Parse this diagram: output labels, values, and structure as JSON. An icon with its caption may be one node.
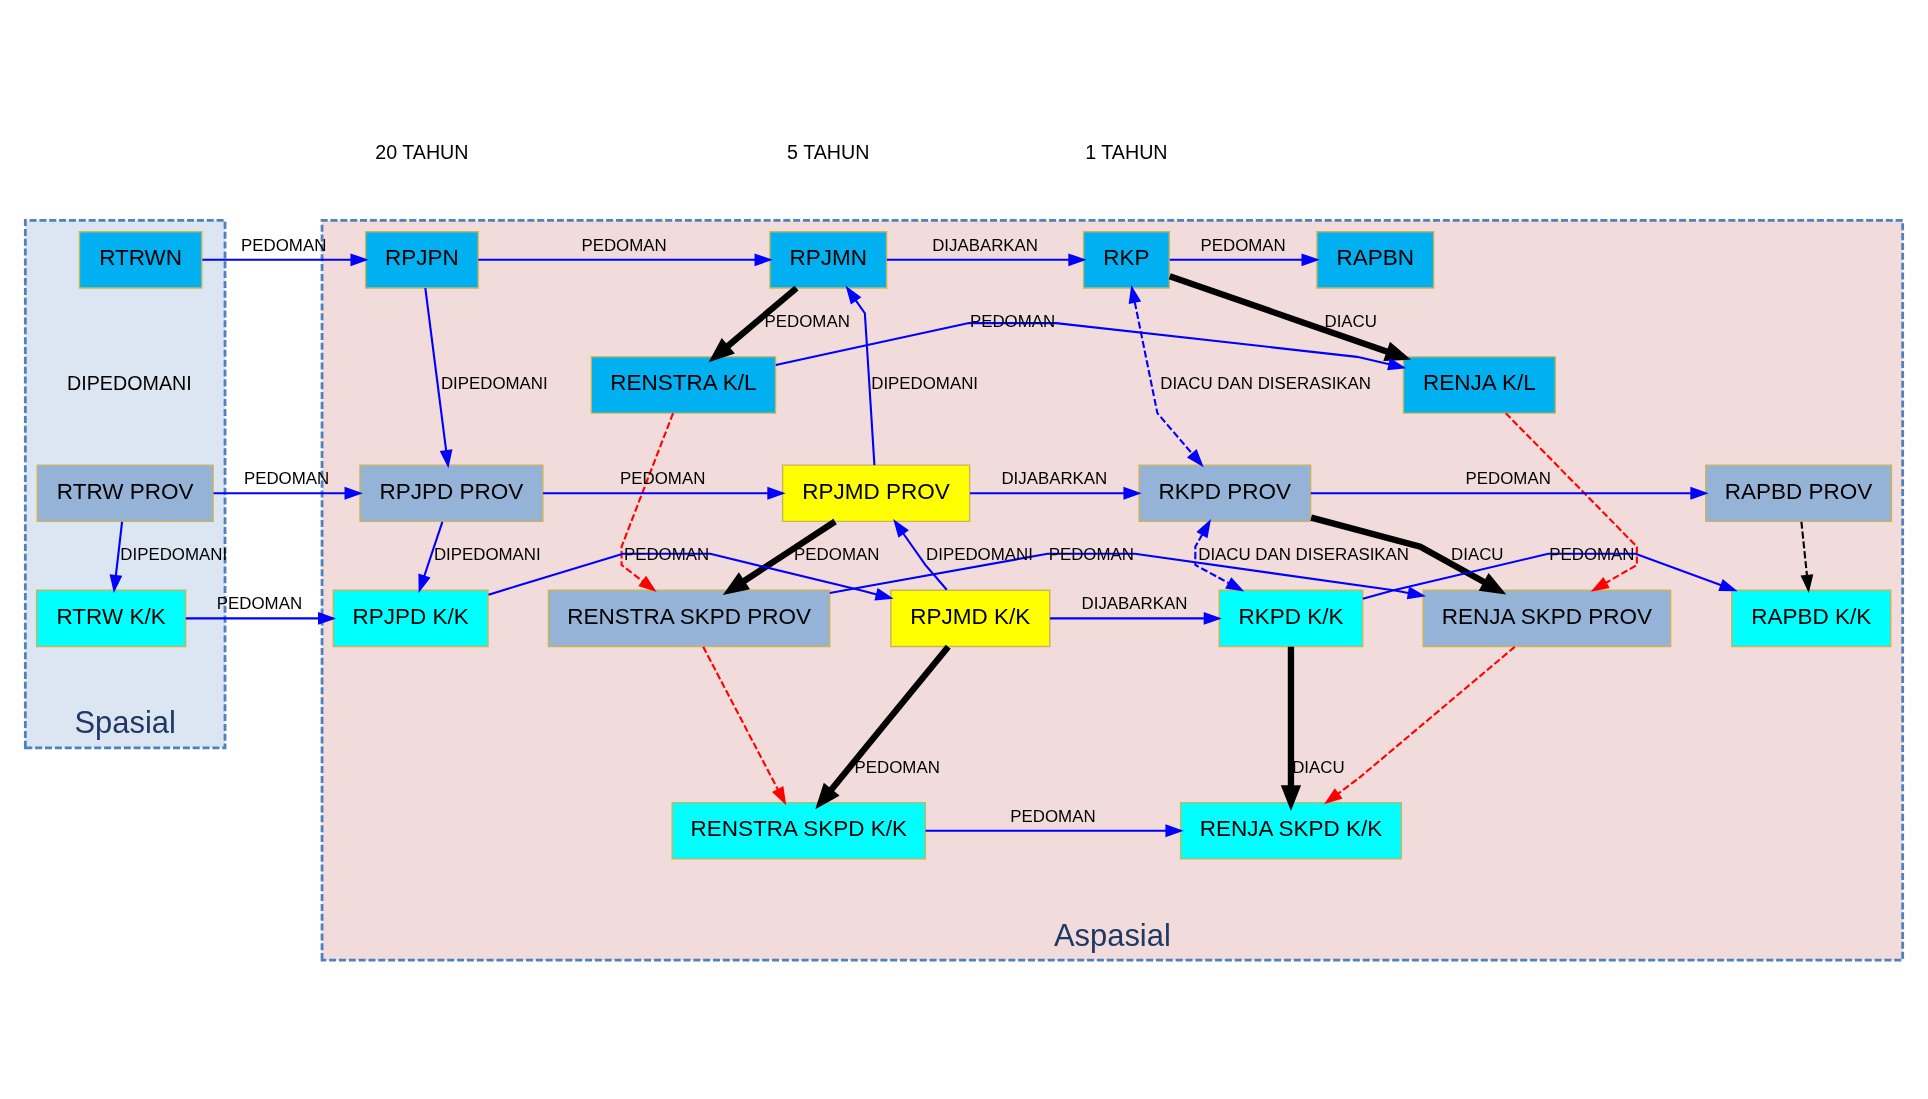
{
  "diagram": {
    "nodes": [
      {
        "text": [
          "Spasial"
        ]
      },
      {
        "text": [
          "RTRWN"
        ],
        "in": 0
      },
      {
        "text": [
          "RTRW PROV"
        ],
        "in": 0
      },
      {
        "text": [
          "RTRW K/K"
        ],
        "in": 0
      },
      {
        "text": [
          "Aspasial"
        ]
      },
      {
        "text": [
          "RPJPN"
        ],
        "in": 4
      },
      {
        "text": [
          "RPJMN"
        ],
        "in": 4
      },
      {
        "text": [
          "RKP"
        ],
        "in": 4
      },
      {
        "text": [
          "RAPBN"
        ],
        "in": 4
      },
      {
        "text": [
          "RENSTRA K/L"
        ],
        "in": 4
      },
      {
        "text": [
          "RENJA K/L"
        ],
        "in": 4
      },
      {
        "text": [
          "RPJPD PROV"
        ],
        "in": 4
      },
      {
        "text": [
          "RPJMD PROV"
        ],
        "in": 4
      },
      {
        "text": [
          "RKPD PROV"
        ],
        "in": 4
      },
      {
        "text": [
          "RAPBD PROV"
        ],
        "in": 4
      },
      {
        "text": [
          "RENSTRA SKPD PROV"
        ],
        "in": 4
      },
      {
        "text": [
          "RENJA SKPD PROV"
        ],
        "in": 4
      },
      {
        "text": [
          "RPJPD K/K"
        ],
        "in": 4
      },
      {
        "text": [
          "RPJMD K/K"
        ],
        "in": 4
      },
      {
        "text": [
          "RKPD K/K"
        ],
        "in": 4
      },
      {
        "text": [
          "RAPBD K/K"
        ],
        "in": 4
      },
      {
        "text": [
          "RENSTRA SKPD K/K"
        ],
        "in": 4
      },
      {
        "text": [
          "RENJA SKPD K/K"
        ],
        "in": 4
      }
    ],
    "edges": [
      {
        "from": 1,
        "to": 5,
        "arrow": "to",
        "label": "PEDOMAN"
      },
      {
        "from": 2,
        "to": 11,
        "arrow": "to",
        "label": "PEDOMAN"
      },
      {
        "from": 2,
        "to": 3,
        "arrow": "to",
        "label": "DIPEDOMANI"
      },
      {
        "from": 3,
        "to": 17,
        "arrow": "to",
        "label": "PEDOMAN"
      },
      {
        "from": 5,
        "to": 6,
        "arrow": "to",
        "label": "PEDOMAN"
      },
      {
        "from": 5,
        "to": 11,
        "arrow": "to",
        "label": "DIPEDOMANI"
      },
      {
        "from": 11,
        "to": 12,
        "arrow": "to",
        "label": "PEDOMAN"
      },
      {
        "from": 11,
        "to": 17,
        "arrow": "to",
        "label": "DIPEDOMANI"
      },
      {
        "from": 17,
        "to": 18,
        "arrow": "to",
        "label": "PEDOMAN"
      },
      {
        "from": 12,
        "to": 6,
        "arrow": "to",
        "label": "DIPEDOMANI"
      },
      {
        "from": 18,
        "to": 12,
        "arrow": "to",
        "label": "DIPEDOMANI"
      },
      {
        "from": 6,
        "to": 7,
        "arrow": "to",
        "label": "DIJABARKAN"
      },
      {
        "from": 7,
        "to": 8,
        "arrow": "to",
        "label": "PEDOMAN"
      },
      {
        "from": 6,
        "to": 9,
        "arrow": "to",
        "label": "PEDOMAN",
        "style": "thick",
        "color": "#000000"
      },
      {
        "from": 7,
        "to": 10,
        "arrow": "to",
        "label": "DIACU",
        "style": "thick",
        "color": "#000000"
      },
      {
        "from": 9,
        "to": 10,
        "arrow": "to",
        "label": "PEDOMAN"
      },
      {
        "from": 7,
        "to": 13,
        "arrow": "both",
        "label": "DIACU DAN DISERASIKAN",
        "style": "dashed"
      },
      {
        "from": 12,
        "to": 13,
        "arrow": "to",
        "label": "DIJABARKAN"
      },
      {
        "from": 13,
        "to": 14,
        "arrow": "to",
        "label": "PEDOMAN"
      },
      {
        "from": 12,
        "to": 15,
        "arrow": "to",
        "label": "PEDOMAN",
        "style": "thick",
        "color": "#000000"
      },
      {
        "from": 13,
        "to": 16,
        "arrow": "to",
        "label": "DIACU",
        "style": "thick",
        "color": "#000000"
      },
      {
        "from": 15,
        "to": 16,
        "arrow": "to",
        "label": "PEDOMAN"
      },
      {
        "from": 13,
        "to": 19,
        "arrow": "both",
        "label": "DIACU DAN DISERASIKAN",
        "style": "dashed"
      },
      {
        "from": 18,
        "to": 19,
        "arrow": "to",
        "label": "DIJABARKAN"
      },
      {
        "from": 19,
        "to": 20,
        "arrow": "to",
        "label": "PEDOMAN"
      },
      {
        "from": 18,
        "to": 21,
        "arrow": "to",
        "label": "PEDOMAN",
        "style": "thick",
        "color": "#000000"
      },
      {
        "from": 19,
        "to": 22,
        "arrow": "to",
        "label": "DIACU",
        "style": "thick",
        "color": "#000000"
      },
      {
        "from": 21,
        "to": 22,
        "arrow": "to",
        "label": "PEDOMAN"
      },
      {
        "from": 9,
        "to": 15,
        "arrow": "to",
        "style": "dashed",
        "color": "#ff0000"
      },
      {
        "from": 15,
        "to": 21,
        "arrow": "to",
        "style": "dashed",
        "color": "#ff0000"
      },
      {
        "from": 10,
        "to": 16,
        "arrow": "to",
        "style": "dashed",
        "color": "#ff0000"
      },
      {
        "from": 16,
        "to": 22,
        "arrow": "to",
        "style": "dashed",
        "color": "#ff0000"
      },
      {
        "from": 14,
        "to": 20,
        "arrow": "to",
        "style": "dashed",
        "color": "#000000"
      }
    ],
    "labels": [
      "20 TAHUN",
      "5 TAHUN",
      "1 TAHUN",
      "DIPEDOMANI"
    ]
  }
}
